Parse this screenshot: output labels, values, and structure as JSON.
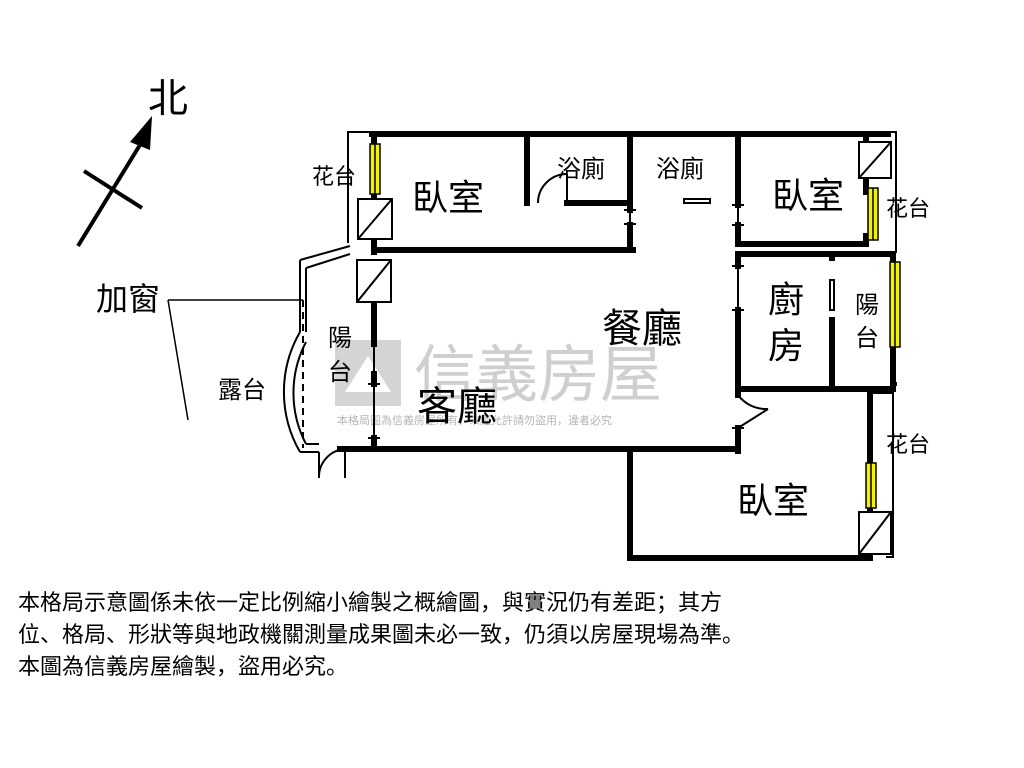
{
  "compass": {
    "label": "北"
  },
  "rooms": {
    "bedroom_nw": "臥室",
    "bath_1": "浴廁",
    "bath_2": "浴廁",
    "bedroom_ne": "臥室",
    "dining": "餐廳",
    "living": "客廳",
    "kitchen": [
      "廚",
      "房"
    ],
    "balcony_e": [
      "陽",
      "台"
    ],
    "balcony_w": [
      "陽",
      "台"
    ],
    "terrace": "露台",
    "bedroom_s": "臥室",
    "planter_nw": "花台",
    "planter_ne": "花台",
    "planter_e": "花台"
  },
  "annotation": {
    "added_window": "加窗"
  },
  "watermark": {
    "brand": "信義房屋",
    "notice": "本格局圖為信義房屋所有，未經允許請勿盜用，違者必究"
  },
  "disclaimer": [
    "本格局示意圖係未依一定比例縮小繪製之概繪圖，與實況仍有差距；其方",
    "位、格局、形狀等與地政機關測量成果圖未必一致，仍須以房屋現場為準。",
    "本圖為信義房屋繪製，盜用必究。"
  ],
  "colors": {
    "wall": "#000000",
    "window": "#f2f200",
    "watermark": "#c8c8c8"
  }
}
